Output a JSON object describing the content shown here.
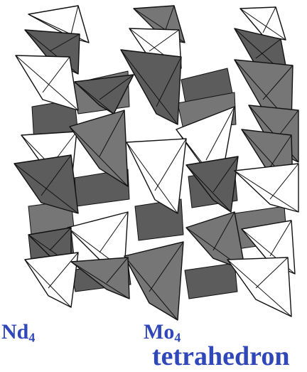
{
  "labels": {
    "nd_base": "Nd",
    "nd_sub": "4",
    "mo_base": "Mo",
    "mo_sub": "4",
    "tetra": "tetrahedron"
  },
  "colors": {
    "label": "#2f47b8",
    "dark_fill": "#5c5c5c",
    "dark_fill_alt": "#767676",
    "light_fill": "#ffffff",
    "edge": "#111111"
  }
}
